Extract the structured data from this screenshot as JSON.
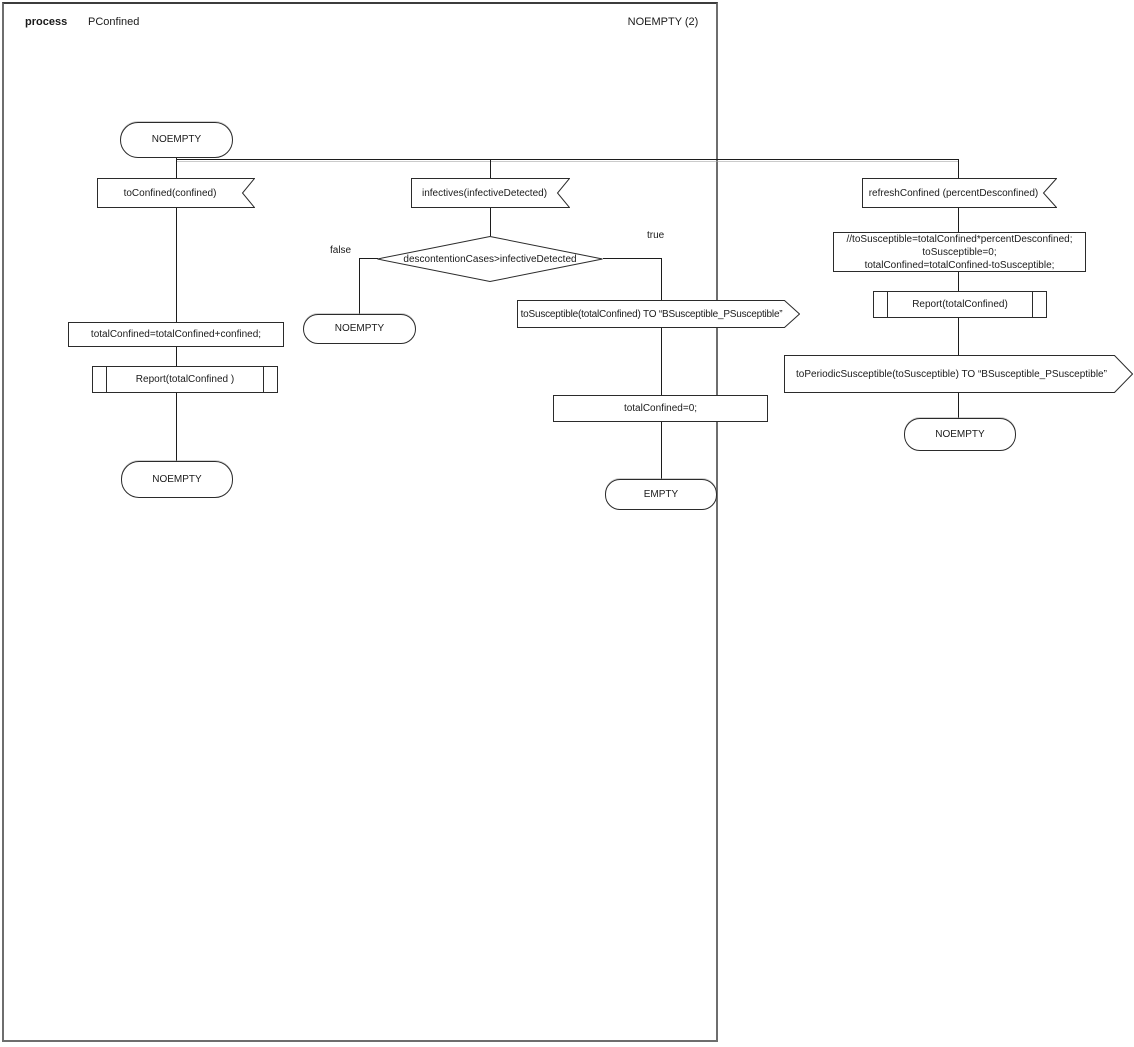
{
  "header": {
    "kind_label": "process",
    "process_name": "PConfined",
    "page_label": "NOEMPTY (2)"
  },
  "branches": {
    "left": {
      "start_state": "NOEMPTY",
      "input": "toConfined(confined)",
      "task": "totalConfined=totalConfined+confined;",
      "procedure": "Report(totalConfined )",
      "next_state": "NOEMPTY"
    },
    "middle": {
      "input": "infectives(infectiveDetected)",
      "decision": "descontentionCases>infectiveDetected",
      "false_label": "false",
      "true_label": "true",
      "false_state": "NOEMPTY",
      "output": "toSusceptible(totalConfined) TO “BSusceptible_PSusceptible”",
      "task": "totalConfined=0;",
      "next_state": "EMPTY"
    },
    "right": {
      "input": "refreshConfined (percentDesconfined)",
      "task_lines": [
        "//toSusceptible=totalConfined*percentDesconfined;",
        "toSusceptible=0;",
        "totalConfined=totalConfined-toSusceptible;"
      ],
      "procedure": "Report(totalConfined)",
      "output": "toPeriodicSusceptible(toSusceptible) TO “BSusceptible_PSusceptible”",
      "next_state": "NOEMPTY"
    }
  },
  "colors": {
    "line": "#1c1c1c",
    "frame_border": "#6e6e6e",
    "background": "#ffffff"
  }
}
